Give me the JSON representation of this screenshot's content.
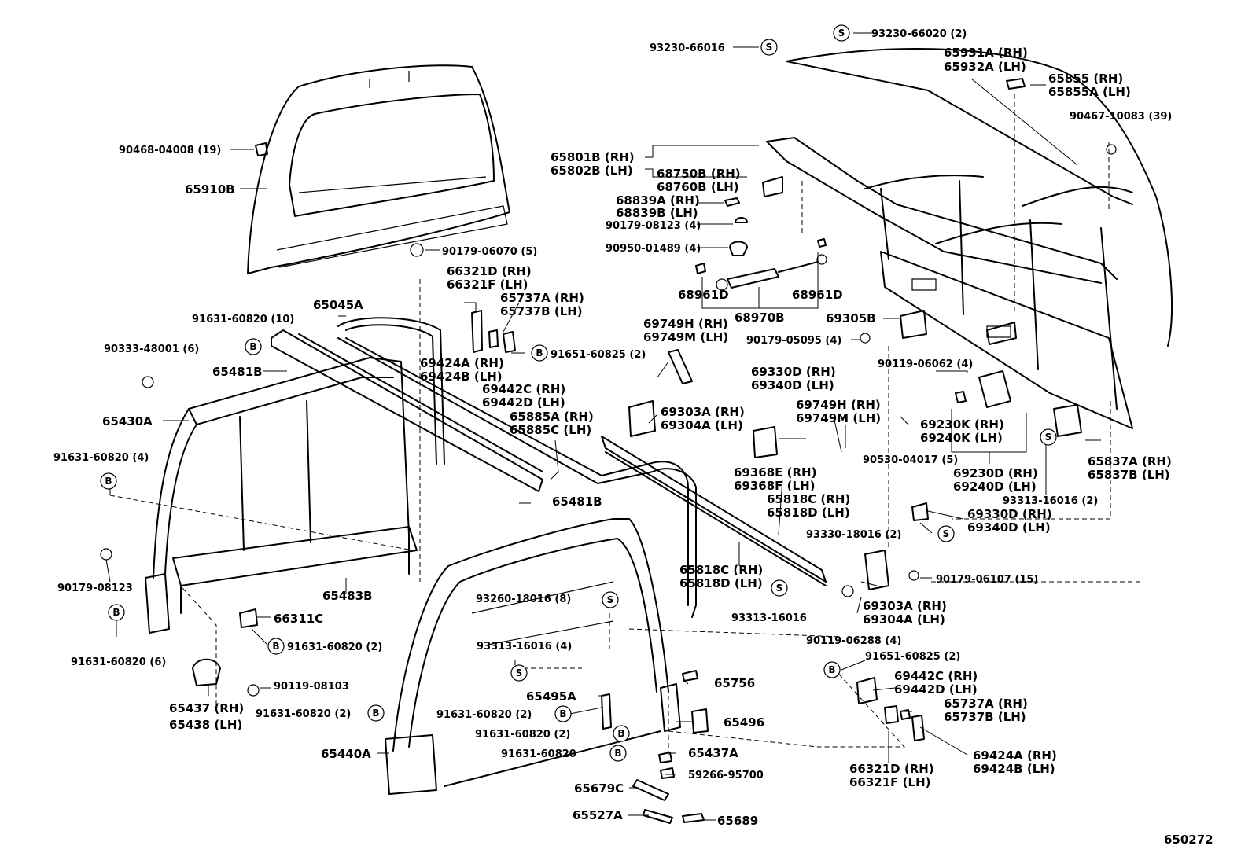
{
  "diagram_id": "650272",
  "labels": [
    {
      "key": "l01",
      "text": "93230-66016"
    },
    {
      "key": "l02",
      "text": "93230-66020 (2)"
    },
    {
      "key": "l03",
      "text": "65931A (RH)"
    },
    {
      "key": "l04",
      "text": "65932A (LH)"
    },
    {
      "key": "l05",
      "text": "65855 (RH)"
    },
    {
      "key": "l06",
      "text": "65855A (LH)"
    },
    {
      "key": "l07",
      "text": "90467-10083 (39)"
    },
    {
      "key": "l08",
      "text": "90468-04008 (19)"
    },
    {
      "key": "l09",
      "text": "65910B"
    },
    {
      "key": "l10",
      "text": "90179-06070 (5)"
    },
    {
      "key": "l11",
      "text": "65801B (RH)"
    },
    {
      "key": "l12",
      "text": "65802B (LH)"
    },
    {
      "key": "l13",
      "text": "68750B (RH)"
    },
    {
      "key": "l14",
      "text": "68760B (LH)"
    },
    {
      "key": "l15",
      "text": "68839A (RH)"
    },
    {
      "key": "l16",
      "text": "68839B (LH)"
    },
    {
      "key": "l17",
      "text": "90179-08123 (4)"
    },
    {
      "key": "l18",
      "text": "90950-01489 (4)"
    },
    {
      "key": "l19",
      "text": "68961D"
    },
    {
      "key": "l20",
      "text": "68961D"
    },
    {
      "key": "l21",
      "text": "68970B"
    },
    {
      "key": "l22",
      "text": "66321D (RH)"
    },
    {
      "key": "l23",
      "text": "66321F (LH)"
    },
    {
      "key": "l24",
      "text": "65737A (RH)"
    },
    {
      "key": "l25",
      "text": "65737B (LH)"
    },
    {
      "key": "l26",
      "text": "65045A"
    },
    {
      "key": "l27",
      "text": "91631-60820 (10)"
    },
    {
      "key": "l28",
      "text": "90333-48001 (6)"
    },
    {
      "key": "l29",
      "text": "65481B"
    },
    {
      "key": "l30",
      "text": "69424A (RH)"
    },
    {
      "key": "l31",
      "text": "69424B (LH)"
    },
    {
      "key": "l32",
      "text": "91651-60825 (2)"
    },
    {
      "key": "l33",
      "text": "69442C (RH)"
    },
    {
      "key": "l34",
      "text": "69442D (LH)"
    },
    {
      "key": "l35",
      "text": "65885A (RH)"
    },
    {
      "key": "l36",
      "text": "65885C (LH)"
    },
    {
      "key": "l37",
      "text": "65430A"
    },
    {
      "key": "l38",
      "text": "91631-60820 (4)"
    },
    {
      "key": "l39",
      "text": "69749H (RH)"
    },
    {
      "key": "l40",
      "text": "69749M (LH)"
    },
    {
      "key": "l41",
      "text": "69305B"
    },
    {
      "key": "l42",
      "text": "90179-05095 (4)"
    },
    {
      "key": "l43",
      "text": "90119-06062 (4)"
    },
    {
      "key": "l44",
      "text": "69330D (RH)"
    },
    {
      "key": "l45",
      "text": "69340D (LH)"
    },
    {
      "key": "l46",
      "text": "69749H (RH)"
    },
    {
      "key": "l47",
      "text": "69749M (LH)"
    },
    {
      "key": "l48",
      "text": "69303A (RH)"
    },
    {
      "key": "l49",
      "text": "69304A (LH)"
    },
    {
      "key": "l50",
      "text": "69230K (RH)"
    },
    {
      "key": "l51",
      "text": "69240K (LH)"
    },
    {
      "key": "l52",
      "text": "90530-04017 (5)"
    },
    {
      "key": "l53",
      "text": "69230D (RH)"
    },
    {
      "key": "l54",
      "text": "69240D (LH)"
    },
    {
      "key": "l55",
      "text": "65837A (RH)"
    },
    {
      "key": "l56",
      "text": "65837B (LH)"
    },
    {
      "key": "l57",
      "text": "69368E (RH)"
    },
    {
      "key": "l58",
      "text": "69368F (LH)"
    },
    {
      "key": "l59",
      "text": "65818C (RH)"
    },
    {
      "key": "l60",
      "text": "65818D (LH)"
    },
    {
      "key": "l61",
      "text": "93313-16016 (2)"
    },
    {
      "key": "l62",
      "text": "65481B"
    },
    {
      "key": "l63",
      "text": "69330D (RH)"
    },
    {
      "key": "l64",
      "text": "69340D (LH)"
    },
    {
      "key": "l65",
      "text": "93330-18016 (2)"
    },
    {
      "key": "l66",
      "text": "90179-08123"
    },
    {
      "key": "l67",
      "text": "65483B"
    },
    {
      "key": "l68",
      "text": "65818C (RH)"
    },
    {
      "key": "l69",
      "text": "65818D (LH)"
    },
    {
      "key": "l70",
      "text": "90179-06107 (15)"
    },
    {
      "key": "l71",
      "text": "93260-18016 (8)"
    },
    {
      "key": "l72",
      "text": "93313-16016"
    },
    {
      "key": "l73",
      "text": "69303A (RH)"
    },
    {
      "key": "l74",
      "text": "69304A (LH)"
    },
    {
      "key": "l75",
      "text": "66311C"
    },
    {
      "key": "l76",
      "text": "91631-60820 (2)"
    },
    {
      "key": "l77",
      "text": "90119-06288 (4)"
    },
    {
      "key": "l78",
      "text": "91631-60820 (6)"
    },
    {
      "key": "l79",
      "text": "93313-16016 (4)"
    },
    {
      "key": "l80",
      "text": "91651-60825 (2)"
    },
    {
      "key": "l81",
      "text": "90119-08103"
    },
    {
      "key": "l82",
      "text": "69442C (RH)"
    },
    {
      "key": "l83",
      "text": "69442D (LH)"
    },
    {
      "key": "l84",
      "text": "65756"
    },
    {
      "key": "l85",
      "text": "65437 (RH)"
    },
    {
      "key": "l86",
      "text": "65438 (LH)"
    },
    {
      "key": "l87",
      "text": "65495A"
    },
    {
      "key": "l88",
      "text": "65737A (RH)"
    },
    {
      "key": "l89",
      "text": "65737B (LH)"
    },
    {
      "key": "l90",
      "text": "91631-60820 (2)"
    },
    {
      "key": "l91",
      "text": "91631-60820 (2)"
    },
    {
      "key": "l92",
      "text": "65496"
    },
    {
      "key": "l93",
      "text": "91631-60820 (2)"
    },
    {
      "key": "l94",
      "text": "69424A (RH)"
    },
    {
      "key": "l95",
      "text": "69424B (LH)"
    },
    {
      "key": "l96",
      "text": "65440A"
    },
    {
      "key": "l97",
      "text": "91631-60820"
    },
    {
      "key": "l98",
      "text": "65437A"
    },
    {
      "key": "l99",
      "text": "59266-95700"
    },
    {
      "key": "l100",
      "text": "66321D (RH)"
    },
    {
      "key": "l101",
      "text": "66321F (LH)"
    },
    {
      "key": "l102",
      "text": "65679C"
    },
    {
      "key": "l103",
      "text": "65527A"
    },
    {
      "key": "l104",
      "text": "65689"
    }
  ],
  "marks": [
    {
      "key": "m01",
      "text": "S"
    },
    {
      "key": "m02",
      "text": "S"
    },
    {
      "key": "m03",
      "text": "B"
    },
    {
      "key": "m04",
      "text": "B"
    },
    {
      "key": "m05",
      "text": "B"
    },
    {
      "key": "m06",
      "text": "S"
    },
    {
      "key": "m07",
      "text": "S"
    },
    {
      "key": "m08",
      "text": "S"
    },
    {
      "key": "m09",
      "text": "S"
    },
    {
      "key": "m10",
      "text": "B"
    },
    {
      "key": "m11",
      "text": "B"
    },
    {
      "key": "m12",
      "text": "S"
    },
    {
      "key": "m13",
      "text": "B"
    },
    {
      "key": "m14",
      "text": "B"
    },
    {
      "key": "m15",
      "text": "B"
    },
    {
      "key": "m16",
      "text": "B"
    },
    {
      "key": "m17",
      "text": "B"
    },
    {
      "key": "m18",
      "text": "S"
    }
  ]
}
